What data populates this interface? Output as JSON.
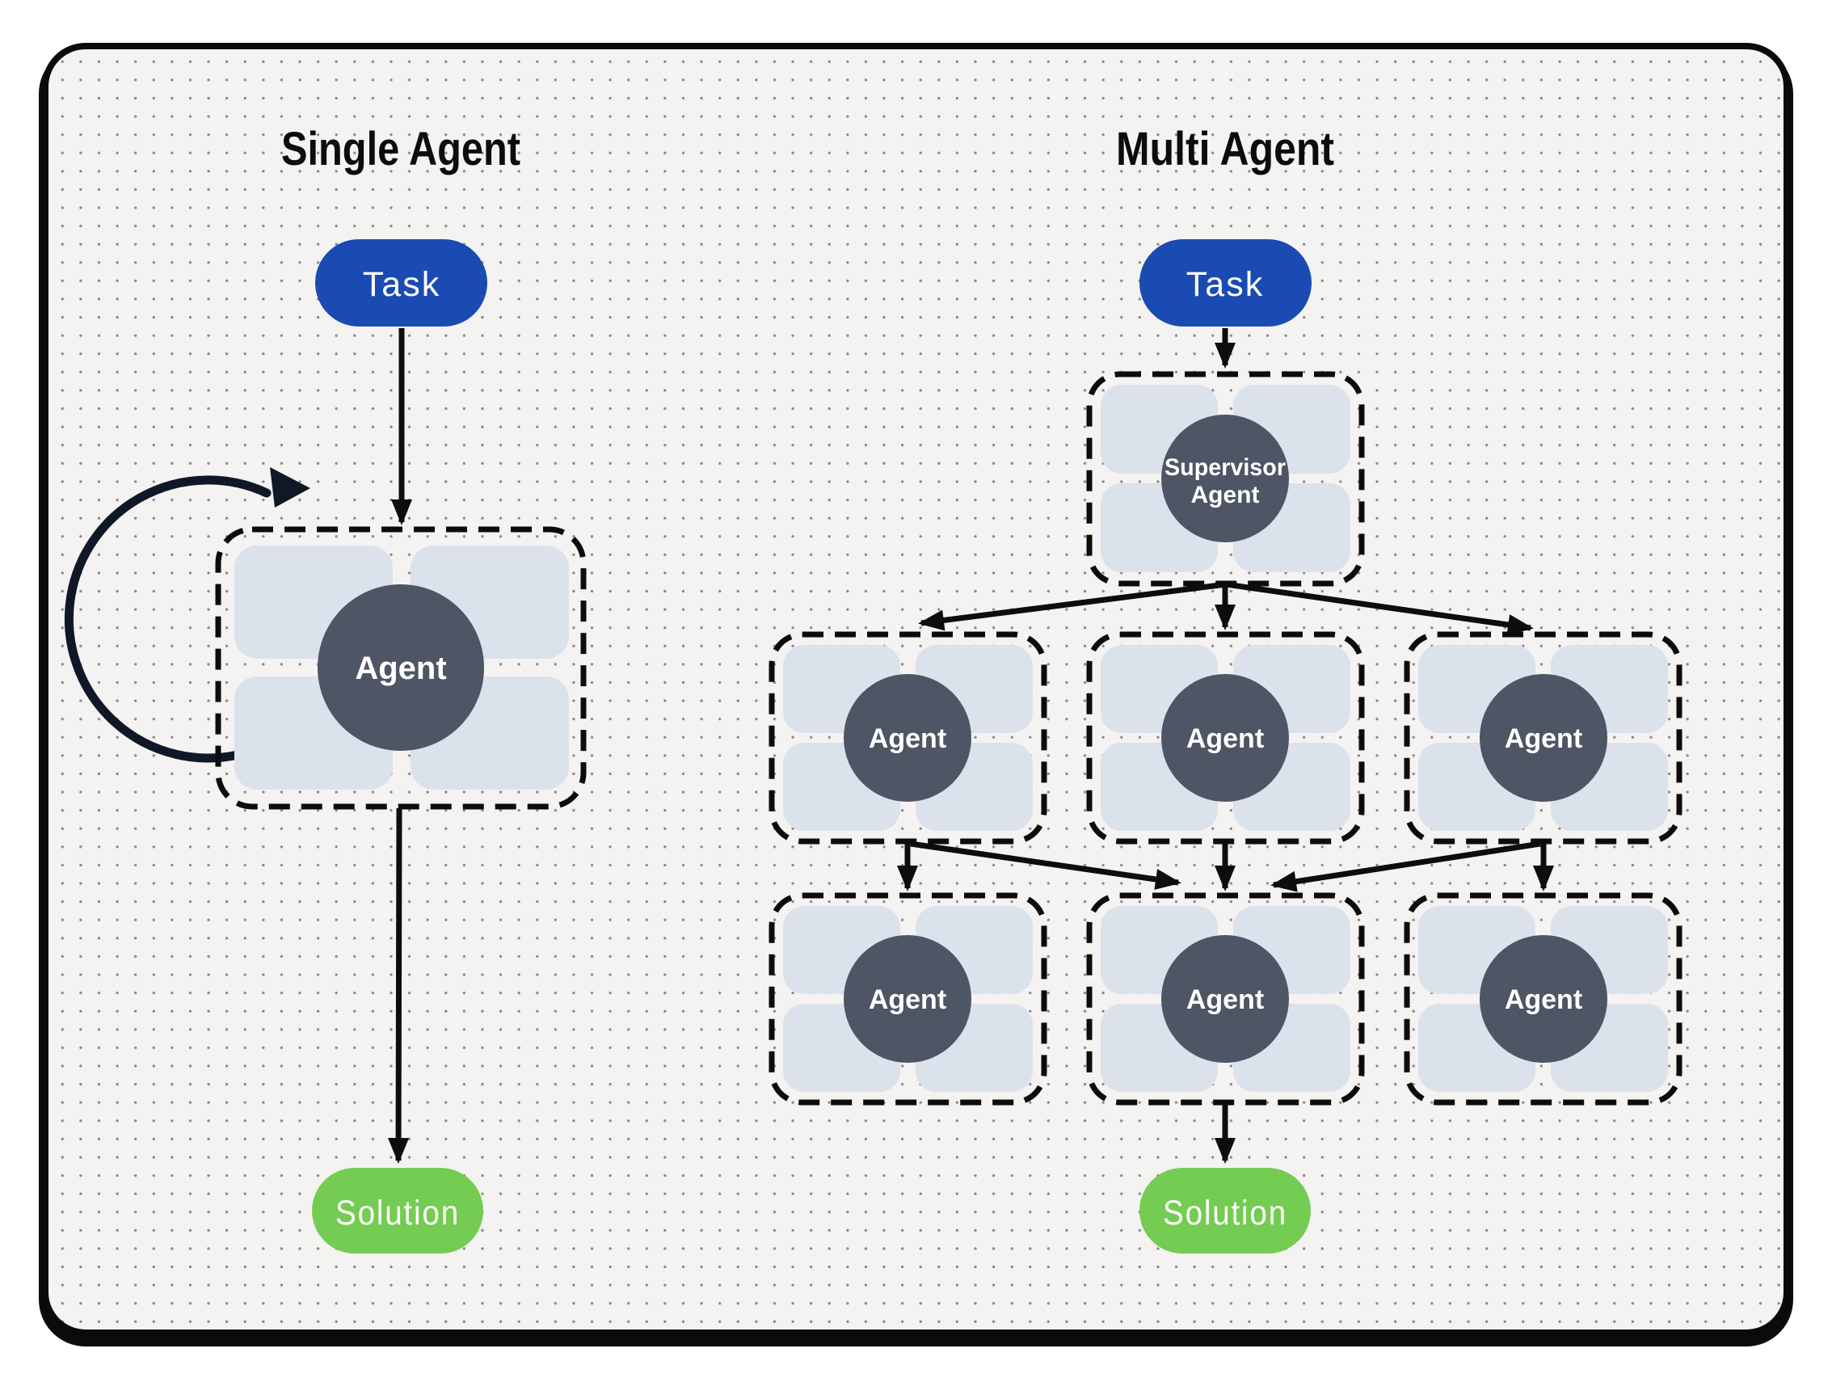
{
  "card": {
    "background": "#f4f3f1",
    "border_color": "#0b0b0b",
    "dot_color": "#8b8a88"
  },
  "single_agent": {
    "title": "Single Agent",
    "task_label": "Task",
    "agent_label": "Agent",
    "solution_label": "Solution"
  },
  "multi_agent": {
    "title": "Multi Agent",
    "task_label": "Task",
    "supervisor_label_line1": "Supervisor",
    "supervisor_label_line2": "Agent",
    "agent_label": "Agent",
    "solution_label": "Solution"
  },
  "colors": {
    "task_fill": "#1a4bb2",
    "solution_fill": "#74cc52",
    "agent_circle_fill": "#4e5565",
    "tile_fill": "#dce2ec",
    "arrow_color": "#0d0d0d",
    "loop_arrow_color": "#101828"
  }
}
